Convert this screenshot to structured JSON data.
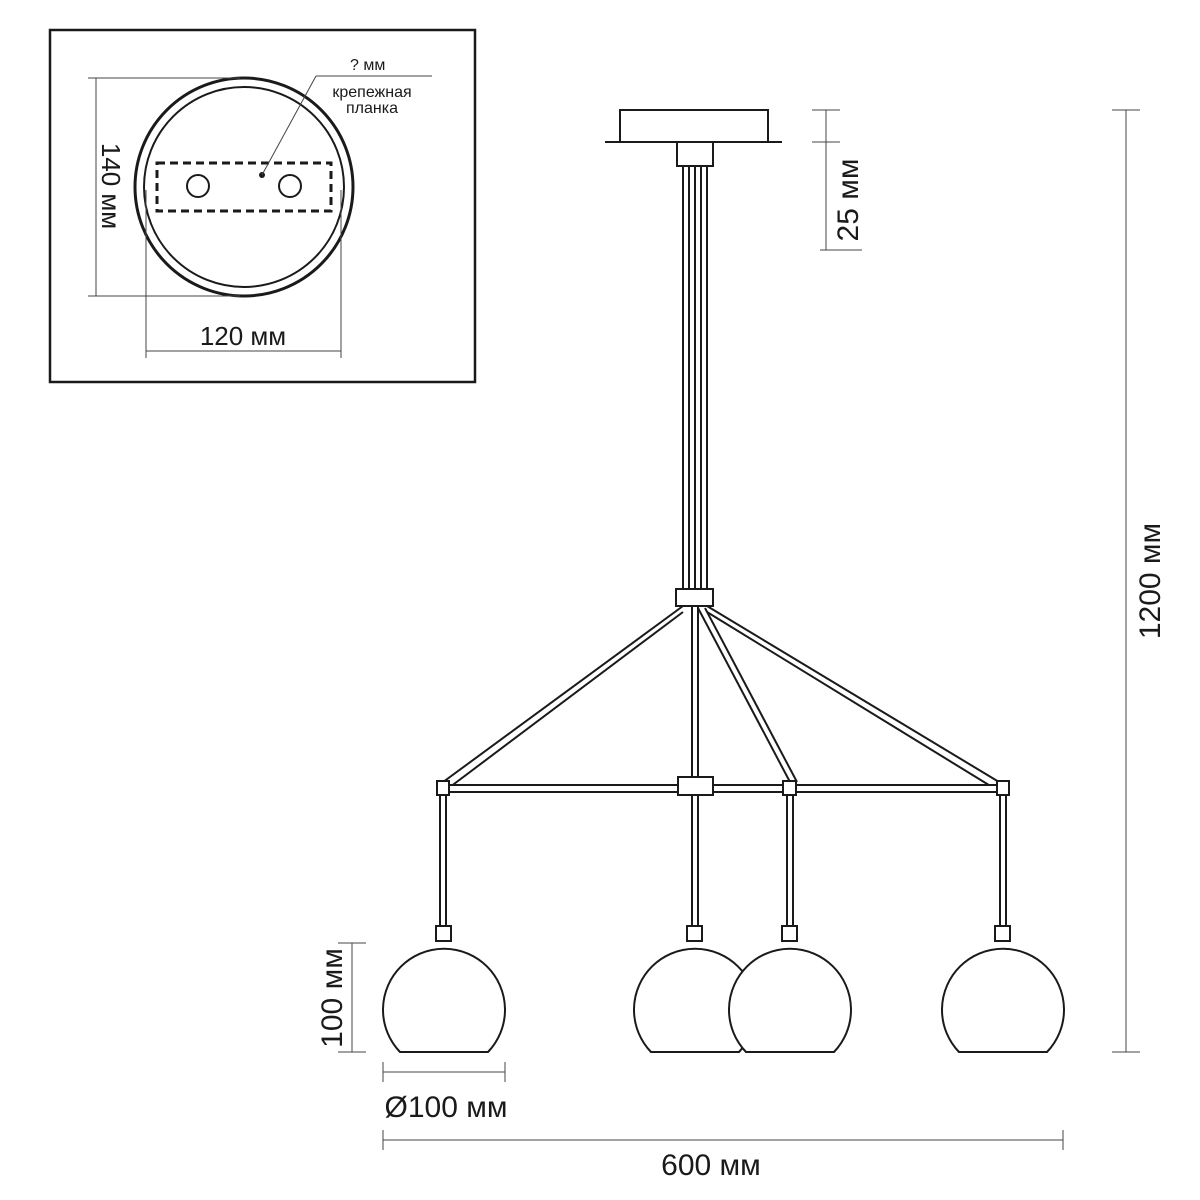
{
  "inset": {
    "strip_dim": "? мм",
    "strip_label_line1": "крепежная",
    "strip_label_line2": "планка",
    "canopy_height": "140 мм",
    "canopy_width": "120 мм"
  },
  "dimensions": {
    "canopy_thickness": "25 мм",
    "total_height": "1200 мм",
    "shade_height": "100 мм",
    "shade_diameter": "Ø100 мм",
    "total_width": "600 мм"
  },
  "shade_count": 4
}
